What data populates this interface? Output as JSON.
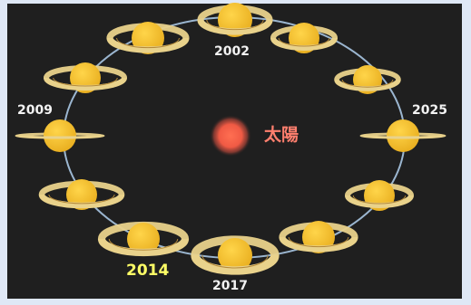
{
  "colors": {
    "background": "#1f1f1f",
    "frame": "#dfe8f6",
    "orbit": "#9bb6d0",
    "planet": "#f2c230",
    "ring": "#e9d28b",
    "sun": "#ff6a50",
    "sun_label": "#ff7f6e",
    "highlight_year": "#ffff66"
  },
  "sun": {
    "label": "太陽"
  },
  "years": {
    "y2002": "2002",
    "y2009": "2009",
    "y2014": "2014",
    "y2017": "2017",
    "y2025": "2025"
  }
}
